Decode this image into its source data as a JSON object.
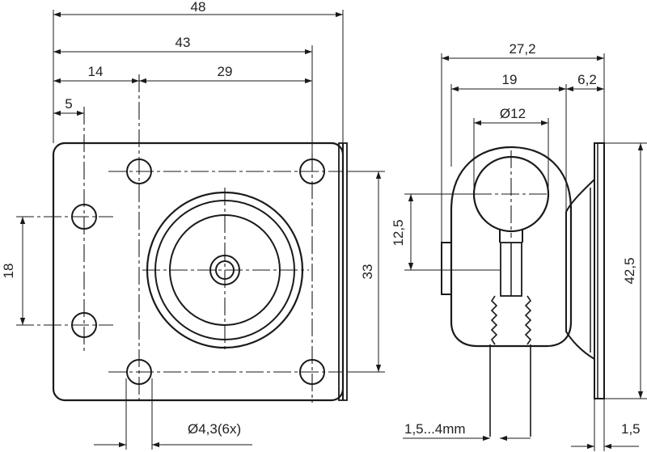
{
  "dimensions": {
    "overall_width": "48",
    "hole_span_width": "43",
    "left_hole_offset": "14",
    "hole_pitch": "29",
    "edge_to_side_hole": "5",
    "side_hole_pitch": "18",
    "hole_pitch_vertical": "33",
    "hole_diameter": "Ø4,3(6x)",
    "side_total_depth": "27,2",
    "side_body_depth": "19",
    "flange_depth": "6,2",
    "clamp_diameter": "Ø12",
    "clamp_height": "12,5",
    "flange_height": "42,5",
    "clamp_range": "1,5...4mm",
    "plate_thickness": "1,5"
  },
  "colors": {
    "line": "#1a1a1a",
    "background": "#ffffff"
  }
}
